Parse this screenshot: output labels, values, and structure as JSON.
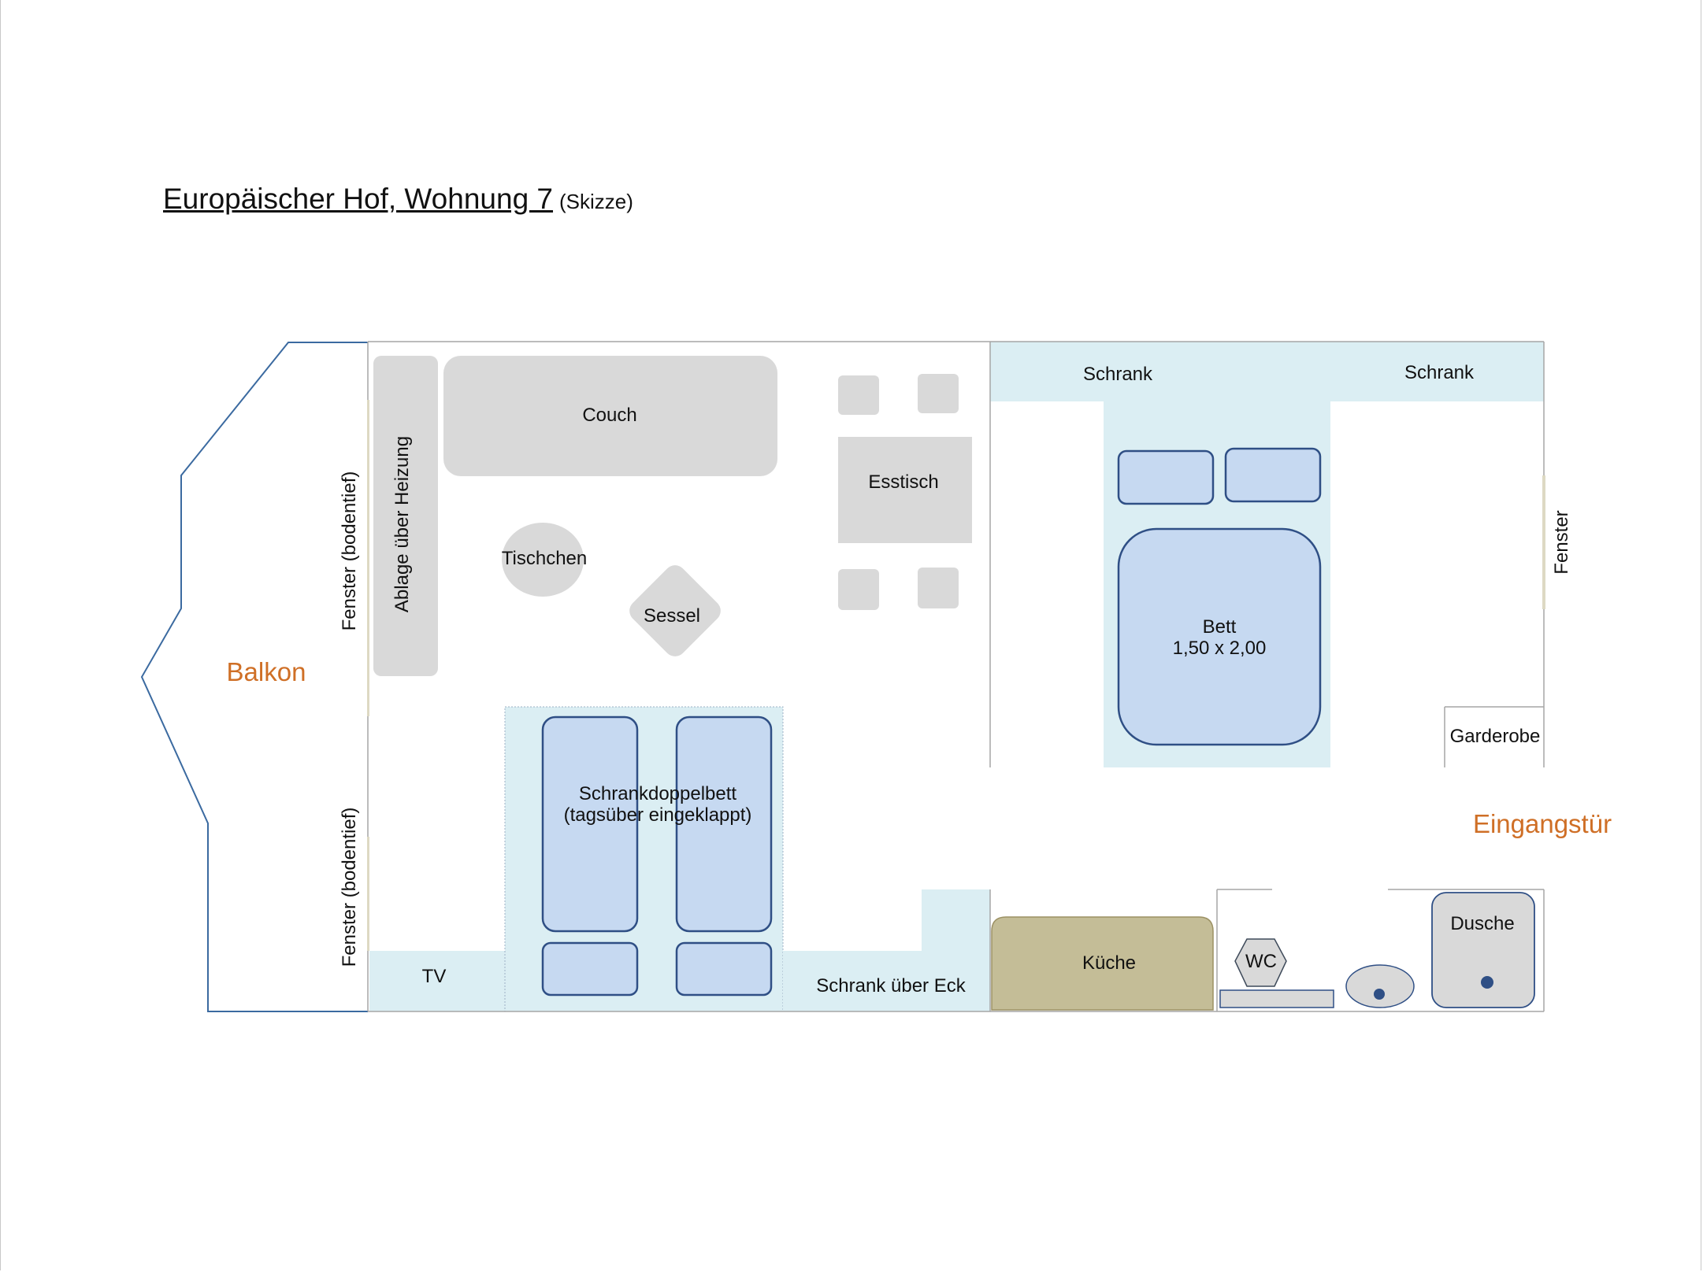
{
  "title": {
    "main": "Europäischer Hof, Wohnung 7",
    "sub": "(Skizze)"
  },
  "labels": {
    "balkon": "Balkon",
    "eingangstuer": "Eingangstür",
    "fenster_bodentief_top": "Fenster (bodentief)",
    "fenster_bodentief_bottom": "Fenster (bodentief)",
    "fenster_right": "Fenster",
    "ablage": "Ablage über Heizung",
    "couch": "Couch",
    "tischchen": "Tischchen",
    "sessel": "Sessel",
    "esstisch": "Esstisch",
    "schrank_left": "Schrank",
    "schrank_right": "Schrank",
    "bett_line1": "Bett",
    "bett_line2": "1,50 x 2,00",
    "garderobe": "Garderobe",
    "schrankbett_line1": "Schrankdoppelbett",
    "schrankbett_line2": "(tagsüber eingeklappt)",
    "tv": "TV",
    "schrank_eck": "Schrank über Eck",
    "kueche": "Küche",
    "wc": "WC",
    "dusche": "Dusche"
  },
  "colors": {
    "furniture_gray": "#d9d9d9",
    "bed_blue": "#c6d9f1",
    "bed_border": "#2f4f85",
    "area_light_blue": "#dbeef3",
    "kitchen": "#c4bd97",
    "label_orange": "#cf6f26",
    "outline_blue": "#3b6aa0",
    "wall_gray": "#a6a6a6",
    "window": "#ddd9c3"
  }
}
